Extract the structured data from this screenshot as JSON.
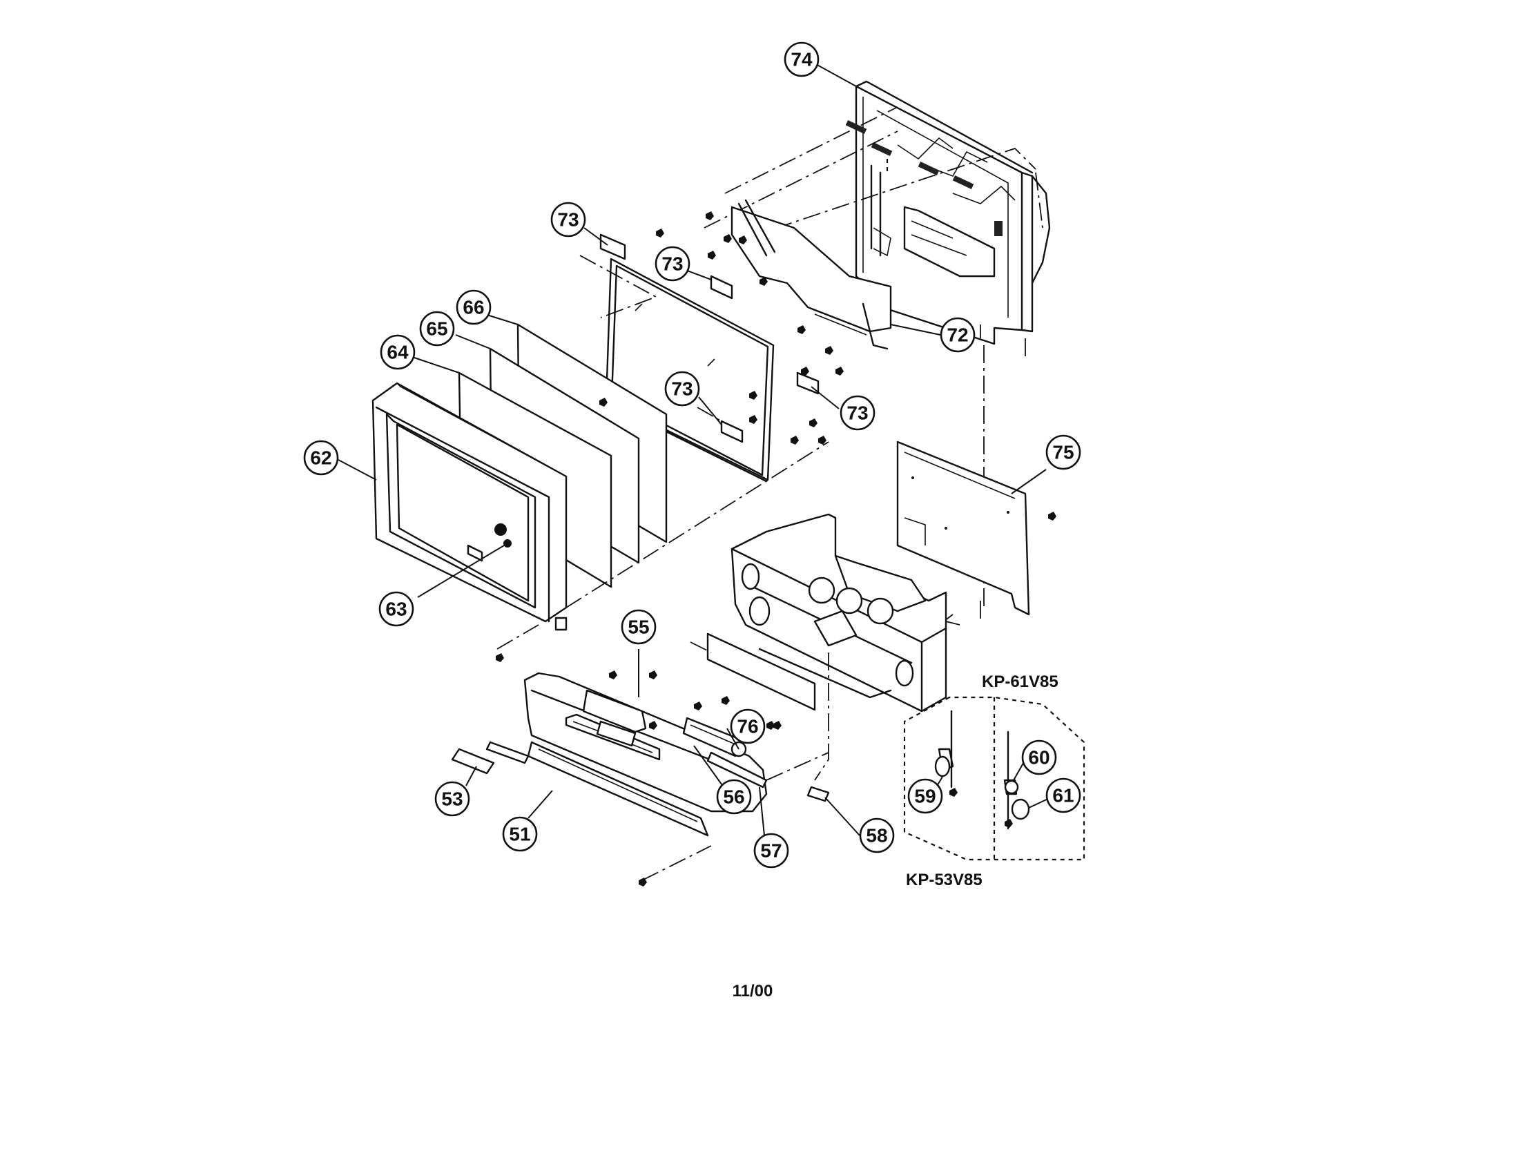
{
  "callouts": {
    "c51": "51",
    "c53": "53",
    "c55": "55",
    "c56": "56",
    "c57": "57",
    "c58": "58",
    "c59": "59",
    "c60": "60",
    "c61": "61",
    "c62": "62",
    "c63": "63",
    "c64": "64",
    "c65": "65",
    "c66": "66",
    "c72": "72",
    "c73a": "73",
    "c73b": "73",
    "c73c": "73",
    "c73d": "73",
    "c74": "74",
    "c75": "75",
    "c76": "76"
  },
  "variants": {
    "kp61": "KP-61V85",
    "kp53": "KP-53V85"
  },
  "footer": {
    "date_code": "11/00"
  }
}
